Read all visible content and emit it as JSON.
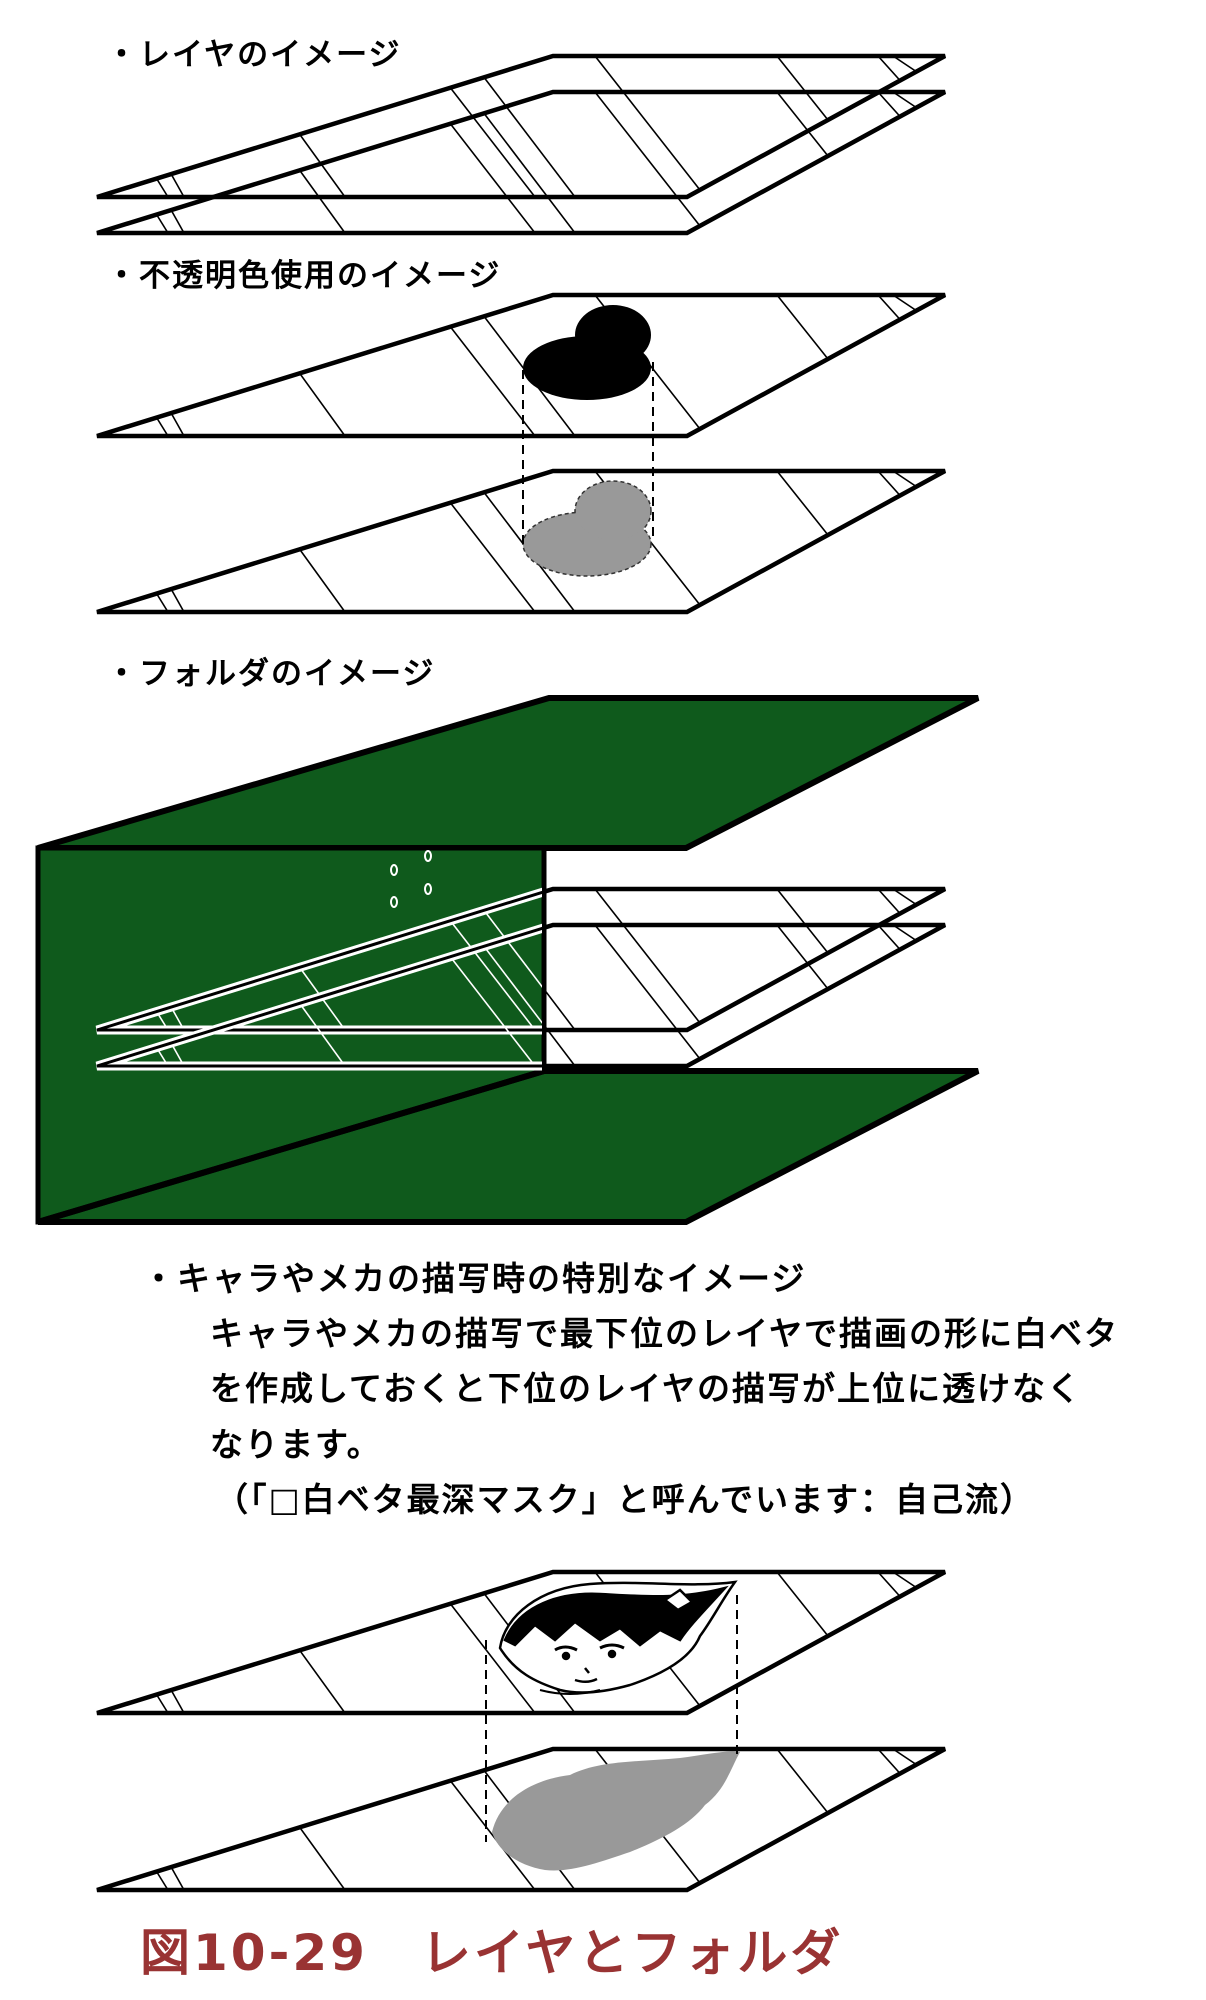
{
  "sections": {
    "layer_image": "・レイヤのイメージ",
    "opaque_image": "・不透明色使用のイメージ",
    "folder_image": "・フォルダのイメージ",
    "special_image": "・キャラやメカの描写時の特別なイメージ"
  },
  "explanation": {
    "lines": [
      "キャラやメカの描写で最下位のレイヤで描画の形に白ベタ",
      "を作成しておくと下位のレイヤの描写が上位に透けなく",
      "なります。",
      "（「□白ベタ最深マスク」と呼んでいます：自己流）"
    ]
  },
  "caption": "図10-29　レイヤとフォルダ",
  "colors": {
    "folder_green": "#0f5a1c",
    "caption_red": "#993333",
    "mask_gray": "#999999"
  }
}
